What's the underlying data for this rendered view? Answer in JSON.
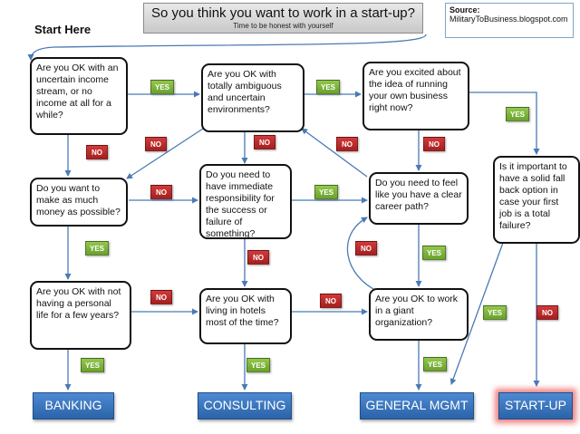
{
  "title": {
    "main": "So you think you want to work in a start-up?",
    "sub": "Time to be honest with yourself"
  },
  "source": {
    "label": "Source:",
    "value": "MilitaryToBusiness.blogspot.com"
  },
  "start_label": "Start Here",
  "questions": {
    "q1": "Are you OK with an uncertain income stream, or no income at all for a while?",
    "q2": "Are you OK with totally ambiguous and uncertain environments?",
    "q3": "Are you excited about the idea of running your own business right now?",
    "q4": "Do you want to make as much money as possible?",
    "q5": "Do you need to have immediate responsibility for the success or failure of something?",
    "q6": "Do you need to feel like you have a clear career path?",
    "q7": "Is it important to have a solid fall back option in case your first job is a total failure?",
    "q8": "Are you OK with not having a personal life for a few years?",
    "q9": "Are you OK with living in hotels most of the time?",
    "q10": "Are you OK to work in a giant organization?"
  },
  "answers": {
    "yes": "YES",
    "no": "NO"
  },
  "outcomes": {
    "banking": "BANKING",
    "consulting": "CONSULTING",
    "general_mgmt": "GENERAL MGMT",
    "startup": "START-UP"
  }
}
